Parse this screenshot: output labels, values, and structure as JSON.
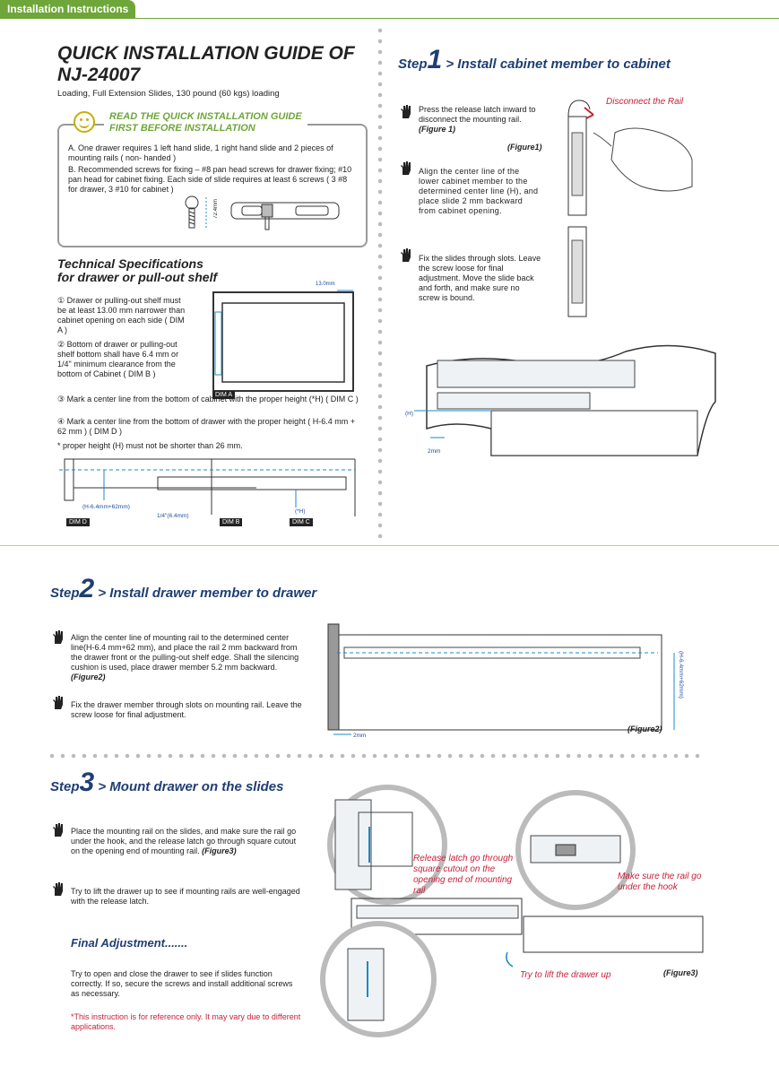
{
  "header": {
    "tab_label": "Installation Instructions"
  },
  "guide": {
    "title": "QUICK INSTALLATION GUIDE OF NJ-24007",
    "subtitle": "Loading, Full Extension Slides, 130 pound (60 kgs) loading",
    "read_heading_line1": "READ THE QUICK INSTALLATION GUIDE",
    "read_heading_line2": "FIRST BEFORE INSTALLATION",
    "item_a": "A. One drawer requires 1 left hand slide, 1 right hand slide and 2 pieces of mounting rails ( non- handed )",
    "item_b": "B. Recommended screws for fixing – #8 pan head screws for drawer fixing; #10 pan head for cabinet fixing.  Each side of slide requires at least 6 screws ( 3 #8 for drawer, 3 #10 for cabinet )",
    "screw_dim": "72.4mm"
  },
  "specs": {
    "heading_line1": "Technical Specifications",
    "heading_line2": "for drawer or pull-out shelf",
    "item1": "① Drawer or pulling-out shelf must be at least 13.00 mm narrower than cabinet opening on each side ( DIM A )",
    "item2": "② Bottom of drawer or pulling-out shelf bottom shall have 6.4 mm or 1/4\" minimum clearance from the bottom of Cabinet ( DIM B )",
    "item3": "③ Mark a center line from the bottom of cabinet with the proper height (*H) ( DIM C )",
    "item4": "④ Mark a center line from the bottom of drawer with the proper height ( H-6.4 mm + 62 mm ) ( DIM D )",
    "note": "* proper height (H) must not be shorter than 26 mm.",
    "dim_a_label": "DIM A",
    "dim_a_value": "13.0mm",
    "dim_b_label": "DIM B",
    "dim_c_label": "DIM C",
    "dim_d_label": "DIM D",
    "dim_d_value": "(H-6.4mm+62mm)",
    "dim_b_value": "1/4\"(6.4mm)",
    "dim_c_value": "(*H)"
  },
  "step1": {
    "word": "Step",
    "number": "1",
    "title": "> Install cabinet member to cabinet",
    "instr1": "Press the release latch inward to disconnect the mounting rail.",
    "instr1_ref": "(Figure 1)",
    "instr2": "Align the center line of the lower cabinet member to the determined center line (H), and place slide 2 mm backward from cabinet opening.",
    "instr3": "Fix the slides through slots. Leave the screw loose for final adjustment. Move the slide back and forth, and make sure no screw is bound.",
    "figure_label": "(Figure1)",
    "callout": "Disconnect the Rail",
    "dim_h": "(H)",
    "dim_2mm": "2mm"
  },
  "step2": {
    "word": "Step",
    "number": "2",
    "title": "> Install drawer member to drawer",
    "instr1": "Align the center line of mounting rail to the determined center line(H-6.4 mm+62 mm), and place the rail 2 mm backward from the drawer front or the pulling-out shelf edge. Shall the silencing cushion is used, place drawer member 5.2 mm backward.",
    "instr1_ref": "(Figure2)",
    "instr2": "Fix the drawer member through slots on mounting rail. Leave the screw loose for final adjustment.",
    "figure_label": "(Figure2)",
    "dim_vertical": "(H-6.4mm+62mm)",
    "dim_2mm": "2mm"
  },
  "step3": {
    "word": "Step",
    "number": "3",
    "title": "> Mount drawer on the slides",
    "instr1": "Place the mounting rail on the slides, and make sure the rail go under the hook, and the release latch go through square cutout on the opening end of mounting rail.",
    "instr1_ref": "(Figure3)",
    "instr2": "Try to lift the drawer up to see if mounting rails are well-engaged with the release latch.",
    "final_heading": "Final Adjustment.......",
    "final_text": "Try to open and close the drawer to see if slides function correctly. If so, secure the screws and install additional screws as necessary.",
    "disclaimer": "*This instruction is for reference only. It may vary due to different applications.",
    "callout_latch": "Release latch go through square cutout on the opening end of mounting rail",
    "callout_hook": "Make sure the rail go under the hook",
    "callout_lift": "Try to lift the drawer up",
    "figure_label": "(Figure3)"
  }
}
